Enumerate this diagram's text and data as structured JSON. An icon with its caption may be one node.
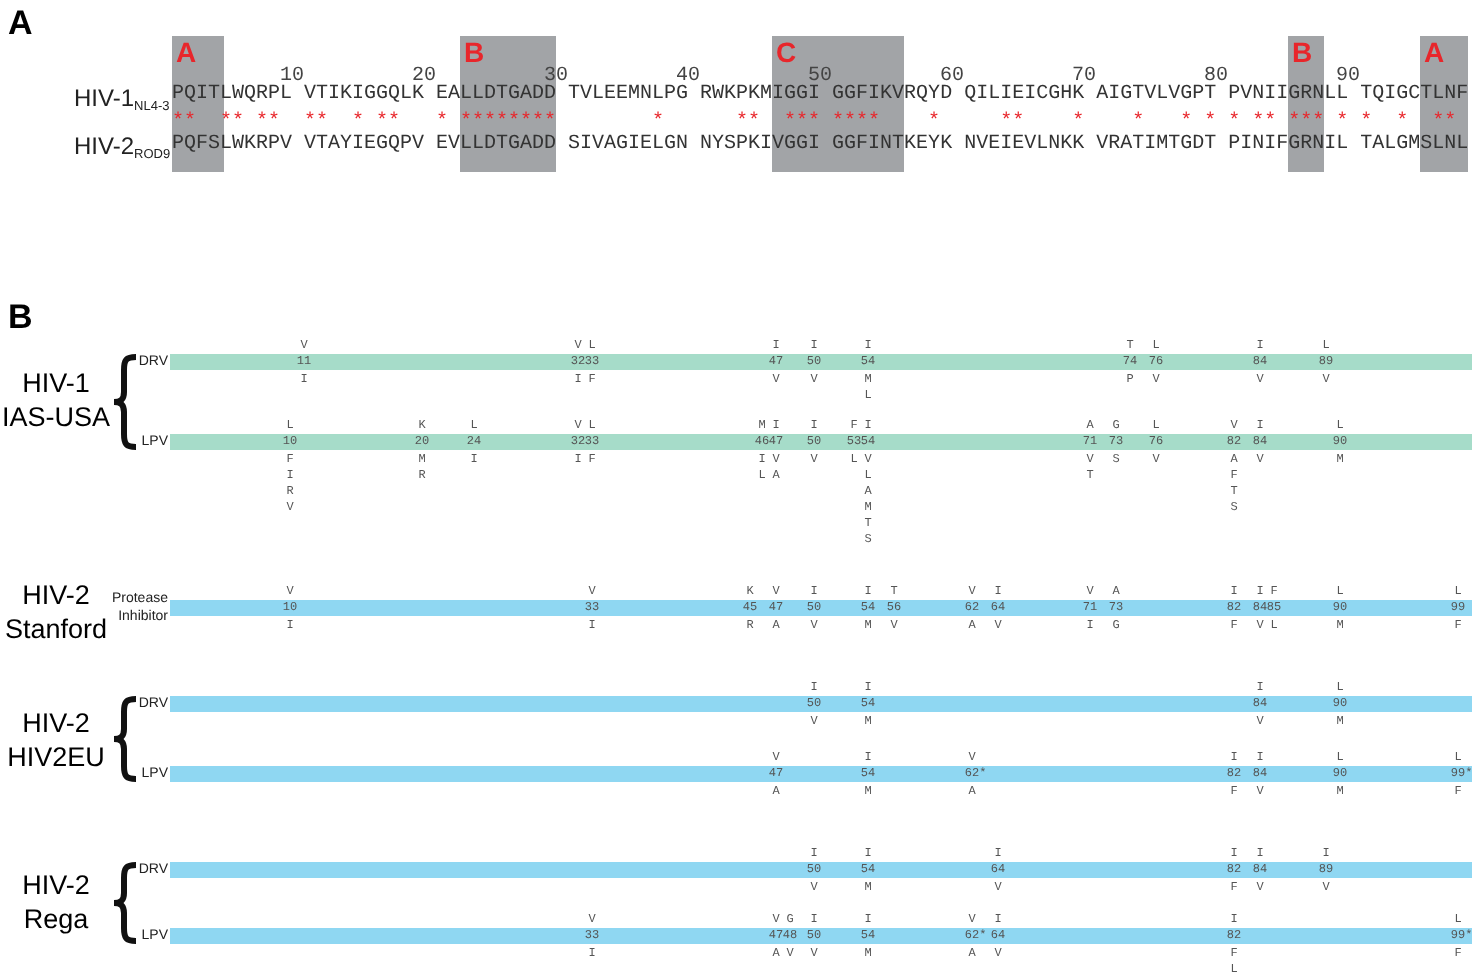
{
  "diagram": {
    "nodes": [
      {
        "text": [
          "A"
        ]
      },
      {
        "text": [
          "B"
        ]
      },
      {
        "text": [
          "C"
        ]
      },
      {
        "text": [
          "B"
        ]
      },
      {
        "text": [
          "A"
        ]
      },
      {
        "text": [],
        "shape": "bar",
        "beside": [
          "DRV"
        ]
      },
      {
        "text": [
          "11"
        ],
        "beside": [
          "V",
          "I"
        ],
        "in": 5
      },
      {
        "text": [
          "32"
        ],
        "beside": [
          "V",
          "I"
        ],
        "in": 5
      },
      {
        "text": [
          "33"
        ],
        "beside": [
          "L",
          "F"
        ],
        "in": 5
      },
      {
        "text": [
          "47"
        ],
        "beside": [
          "I",
          "V"
        ],
        "in": 5
      },
      {
        "text": [
          "50"
        ],
        "beside": [
          "I",
          "V"
        ],
        "in": 5
      },
      {
        "text": [
          "54"
        ],
        "beside": [
          "I",
          "M L"
        ],
        "in": 5
      },
      {
        "text": [
          "74"
        ],
        "beside": [
          "T",
          "P"
        ],
        "in": 5
      },
      {
        "text": [
          "76"
        ],
        "beside": [
          "L",
          "V"
        ],
        "in": 5
      },
      {
        "text": [
          "84"
        ],
        "beside": [
          "I",
          "V"
        ],
        "in": 5
      },
      {
        "text": [
          "89"
        ],
        "beside": [
          "L",
          "V"
        ],
        "in": 5
      },
      {
        "text": [],
        "shape": "bar",
        "beside": [
          "LPV"
        ]
      },
      {
        "text": [
          "10"
        ],
        "beside": [
          "L",
          "F I R V"
        ],
        "in": 16
      },
      {
        "text": [
          "20"
        ],
        "beside": [
          "K",
          "M R"
        ],
        "in": 16
      },
      {
        "text": [
          "24"
        ],
        "beside": [
          "L",
          "I"
        ],
        "in": 16
      },
      {
        "text": [
          "32"
        ],
        "beside": [
          "V",
          "I"
        ],
        "in": 16
      },
      {
        "text": [
          "33"
        ],
        "beside": [
          "L",
          "F"
        ],
        "in": 16
      },
      {
        "text": [
          "46"
        ],
        "beside": [
          "M",
          "I L"
        ],
        "in": 16
      },
      {
        "text": [
          "47"
        ],
        "beside": [
          "I",
          "V A"
        ],
        "in": 16
      },
      {
        "text": [
          "50"
        ],
        "beside": [
          "I",
          "V"
        ],
        "in": 16
      },
      {
        "text": [
          "53"
        ],
        "beside": [
          "F",
          "L"
        ],
        "in": 16
      },
      {
        "text": [
          "54"
        ],
        "beside": [
          "I",
          "V L A M T S"
        ],
        "in": 16
      },
      {
        "text": [
          "71"
        ],
        "beside": [
          "A",
          "V T"
        ],
        "in": 16
      },
      {
        "text": [
          "73"
        ],
        "beside": [
          "G",
          "S"
        ],
        "in": 16
      },
      {
        "text": [
          "76"
        ],
        "beside": [
          "L",
          "V"
        ],
        "in": 16
      },
      {
        "text": [
          "82"
        ],
        "beside": [
          "V",
          "A F T S"
        ],
        "in": 16
      },
      {
        "text": [
          "84"
        ],
        "beside": [
          "I",
          "V"
        ],
        "in": 16
      },
      {
        "text": [
          "90"
        ],
        "beside": [
          "L",
          "M"
        ],
        "in": 16
      },
      {
        "text": [],
        "shape": "bar",
        "beside": [
          "Protease Inhibitor"
        ]
      },
      {
        "text": [
          "10"
        ],
        "beside": [
          "V",
          "I"
        ],
        "in": 33
      },
      {
        "text": [
          "33"
        ],
        "beside": [
          "V",
          "I"
        ],
        "in": 33
      },
      {
        "text": [
          "45"
        ],
        "beside": [
          "K",
          "R"
        ],
        "in": 33
      },
      {
        "text": [
          "47"
        ],
        "beside": [
          "V",
          "A"
        ],
        "in": 33
      },
      {
        "text": [
          "50"
        ],
        "beside": [
          "I",
          "V"
        ],
        "in": 33
      },
      {
        "text": [
          "54"
        ],
        "beside": [
          "I",
          "M"
        ],
        "in": 33
      },
      {
        "text": [
          "56"
        ],
        "beside": [
          "T",
          "V"
        ],
        "in": 33
      },
      {
        "text": [
          "62"
        ],
        "beside": [
          "V",
          "A"
        ],
        "in": 33
      },
      {
        "text": [
          "64"
        ],
        "beside": [
          "I",
          "V"
        ],
        "in": 33
      },
      {
        "text": [
          "71"
        ],
        "beside": [
          "V",
          "I"
        ],
        "in": 33
      },
      {
        "text": [
          "73"
        ],
        "beside": [
          "A",
          "G"
        ],
        "in": 33
      },
      {
        "text": [
          "82"
        ],
        "beside": [
          "I",
          "F"
        ],
        "in": 33
      },
      {
        "text": [
          "84"
        ],
        "beside": [
          "I",
          "V"
        ],
        "in": 33
      },
      {
        "text": [
          "85"
        ],
        "beside": [
          "F",
          "L"
        ],
        "in": 33
      },
      {
        "text": [
          "90"
        ],
        "beside": [
          "L",
          "M"
        ],
        "in": 33
      },
      {
        "text": [
          "99"
        ],
        "beside": [
          "L",
          "F"
        ],
        "in": 33
      },
      {
        "text": [],
        "shape": "bar",
        "beside": [
          "DRV"
        ]
      },
      {
        "text": [
          "50"
        ],
        "beside": [
          "I",
          "V"
        ],
        "in": 50
      },
      {
        "text": [
          "54"
        ],
        "beside": [
          "I",
          "M"
        ],
        "in": 50
      },
      {
        "text": [
          "84"
        ],
        "beside": [
          "I",
          "V"
        ],
        "in": 50
      },
      {
        "text": [
          "90"
        ],
        "beside": [
          "L",
          "M"
        ],
        "in": 50
      },
      {
        "text": [],
        "shape": "bar",
        "beside": [
          "LPV"
        ]
      },
      {
        "text": [
          "47"
        ],
        "beside": [
          "V",
          "A"
        ],
        "in": 55
      },
      {
        "text": [
          "54"
        ],
        "beside": [
          "I",
          "M"
        ],
        "in": 55
      },
      {
        "text": [
          "62*"
        ],
        "beside": [
          "V",
          "A"
        ],
        "in": 55
      },
      {
        "text": [
          "82"
        ],
        "beside": [
          "I",
          "F"
        ],
        "in": 55
      },
      {
        "text": [
          "84"
        ],
        "beside": [
          "I",
          "V"
        ],
        "in": 55
      },
      {
        "text": [
          "90"
        ],
        "beside": [
          "L",
          "M"
        ],
        "in": 55
      },
      {
        "text": [
          "99*"
        ],
        "beside": [
          "L",
          "F"
        ],
        "in": 55
      },
      {
        "text": [],
        "shape": "bar",
        "beside": [
          "DRV"
        ]
      },
      {
        "text": [
          "50"
        ],
        "beside": [
          "I",
          "V"
        ],
        "in": 63
      },
      {
        "text": [
          "54"
        ],
        "beside": [
          "I",
          "M"
        ],
        "in": 63
      },
      {
        "text": [
          "64"
        ],
        "beside": [
          "I",
          "V"
        ],
        "in": 63
      },
      {
        "text": [
          "82"
        ],
        "beside": [
          "I",
          "F"
        ],
        "in": 63
      },
      {
        "text": [
          "84"
        ],
        "beside": [
          "I",
          "V"
        ],
        "in": 63
      },
      {
        "text": [
          "89"
        ],
        "beside": [
          "I",
          "V"
        ],
        "in": 63
      },
      {
        "text": [],
        "shape": "bar",
        "beside": [
          "LPV"
        ]
      },
      {
        "text": [
          "33"
        ],
        "beside": [
          "V",
          "I"
        ],
        "in": 70
      },
      {
        "text": [
          "47"
        ],
        "beside": [
          "V",
          "A"
        ],
        "in": 70
      },
      {
        "text": [
          "48"
        ],
        "beside": [
          "G",
          "V"
        ],
        "in": 70
      },
      {
        "text": [
          "50"
        ],
        "beside": [
          "I",
          "V"
        ],
        "in": 70
      },
      {
        "text": [
          "54"
        ],
        "beside": [
          "I",
          "M"
        ],
        "in": 70
      },
      {
        "text": [
          "62*"
        ],
        "beside": [
          "V",
          "A"
        ],
        "in": 70
      },
      {
        "text": [
          "64"
        ],
        "beside": [
          "I",
          "V"
        ],
        "in": 70
      },
      {
        "text": [
          "82"
        ],
        "beside": [
          "I",
          "F L"
        ],
        "in": 70
      },
      {
        "text": [
          "99*"
        ],
        "beside": [
          "L",
          "F"
        ],
        "in": 70
      }
    ],
    "labels": [
      "A",
      "10",
      "20",
      "30",
      "40",
      "50",
      "60",
      "70",
      "80",
      "90",
      "HIV-1$_{NL4-3}$",
      "PQITLWQRPL VTIKIGGQLK EALLDTGADD TVLEEMNLPG RWKPKMIGGI GGFIKVRQYD QILIEICGHK AIGTVLVGPT PVNIIGRNLL TQIGCTLNF",
      "**  ** **  **  * **   * ********        *      **  *** ****    *     **    *    *   * * * ** *** * *  *  **",
      "HIV-2$_{ROD9}$",
      "PQFSLWKRPV VTAYIEGQPV EVLLDTGADD SIVAGIELGN NYSPKIVGGI GGFINTKEYK NVEIEVLNKK VRATIMTGDT PINIFGRNIL TALGMSLNL",
      "B",
      "HIV-1 IAS-USA",
      "HIV-2 Stanford",
      "HIV-2 HIV2EU",
      "HIV-2 Rega"
    ]
  }
}
